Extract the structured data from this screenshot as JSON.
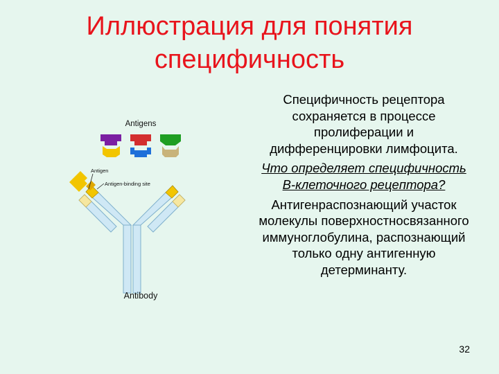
{
  "slide": {
    "title_line1": "Иллюстрация для понятия",
    "title_line2": "специфичность",
    "paragraph1": "Специфичность рецептора сохраняется в процессе пролиферации и дифференцировки лимфоцита.",
    "question": "Что определяет специфичность В-клеточного рецептора?",
    "answer": "Антигенраспознающий участок молекулы поверхностносвязанного иммуноглобулина, распознающий только одну антигенную детерминанту.",
    "page_number": "32"
  },
  "figure": {
    "antigens_label": "Antigens",
    "antigen_label": "Antigen",
    "binding_site_label": "Antigen-binding site",
    "antibody_label": "Antibody",
    "antigen_colors": {
      "purple": "#7b1fa2",
      "red": "#d32f2f",
      "green": "#1e9e22",
      "yellow": "#f2c500",
      "blue": "#1e6fd9",
      "tan": "#c8b37a"
    },
    "antibody_color": "#cfe8f5"
  }
}
